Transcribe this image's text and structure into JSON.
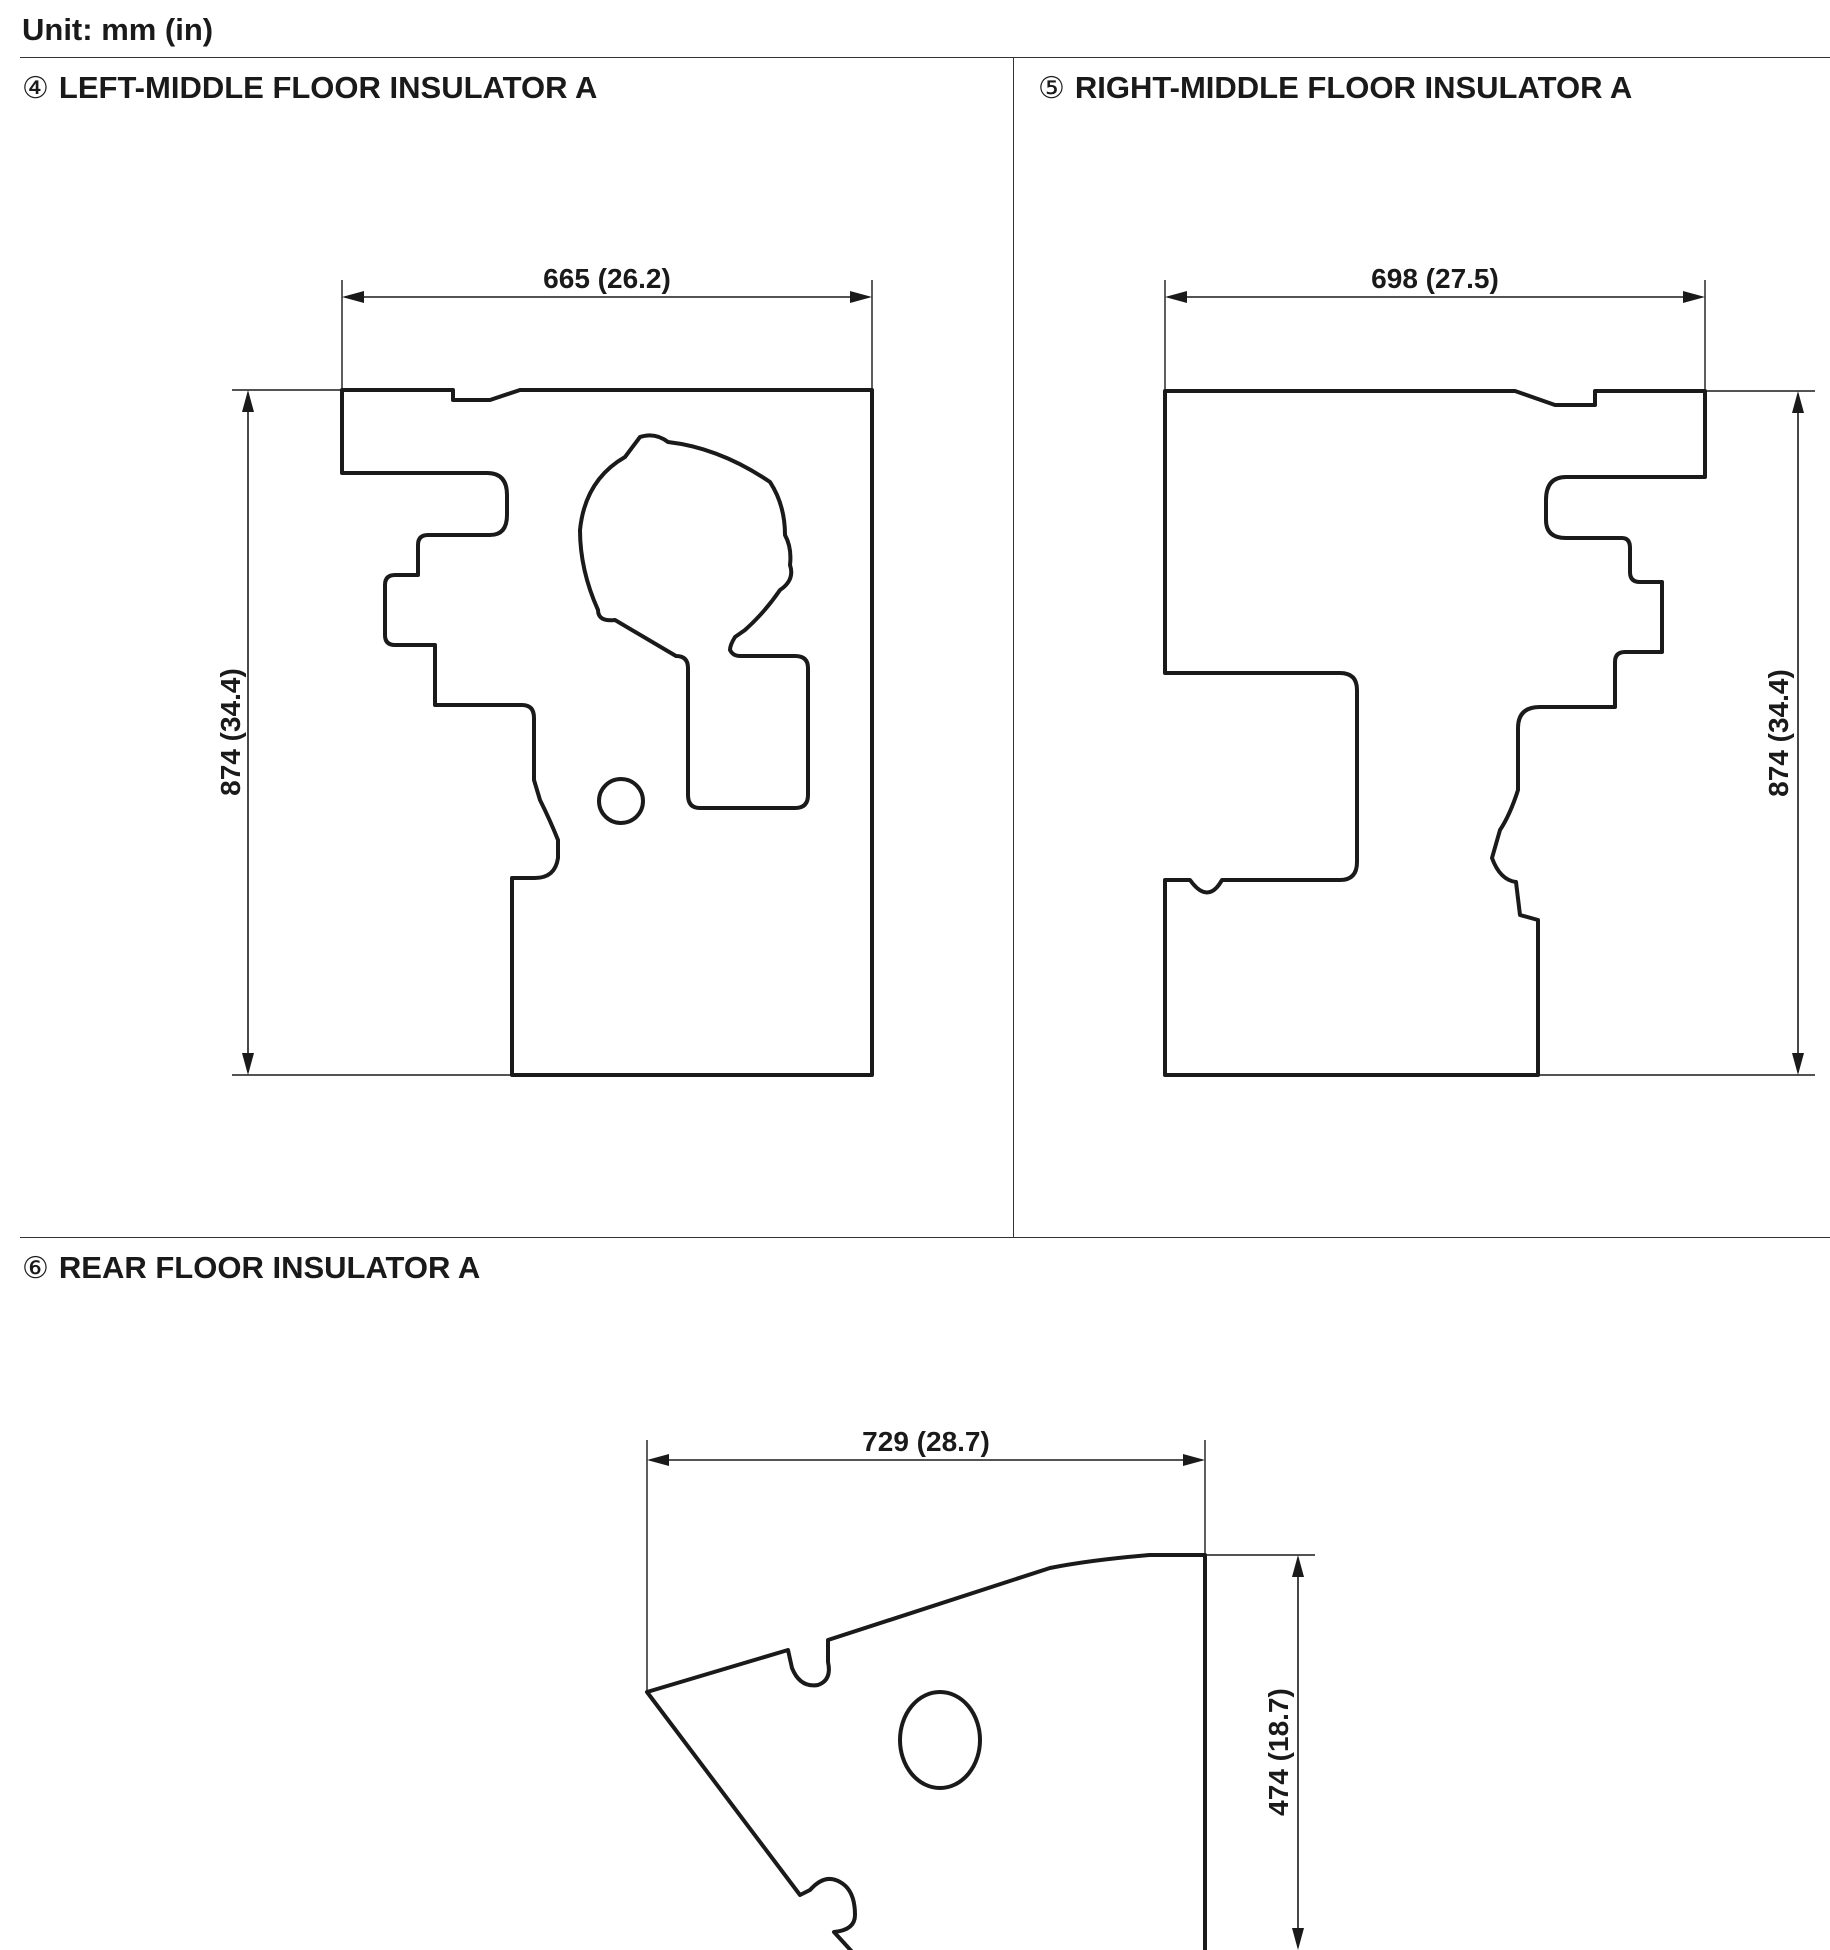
{
  "header": {
    "unit_label": "Unit: mm (in)"
  },
  "sections": [
    {
      "number": "④",
      "title": "LEFT-MIDDLE FLOOR INSULATOR A",
      "width_dim": "665 (26.2)",
      "height_dim": "874 (34.4)"
    },
    {
      "number": "⑤",
      "title": "RIGHT-MIDDLE FLOOR INSULATOR A",
      "width_dim": "698 (27.5)",
      "height_dim": "874 (34.4)"
    },
    {
      "number": "⑥",
      "title": "REAR FLOOR INSULATOR A",
      "width_dim": "729 (28.7)",
      "height_dim": "474 (18.7)"
    }
  ]
}
